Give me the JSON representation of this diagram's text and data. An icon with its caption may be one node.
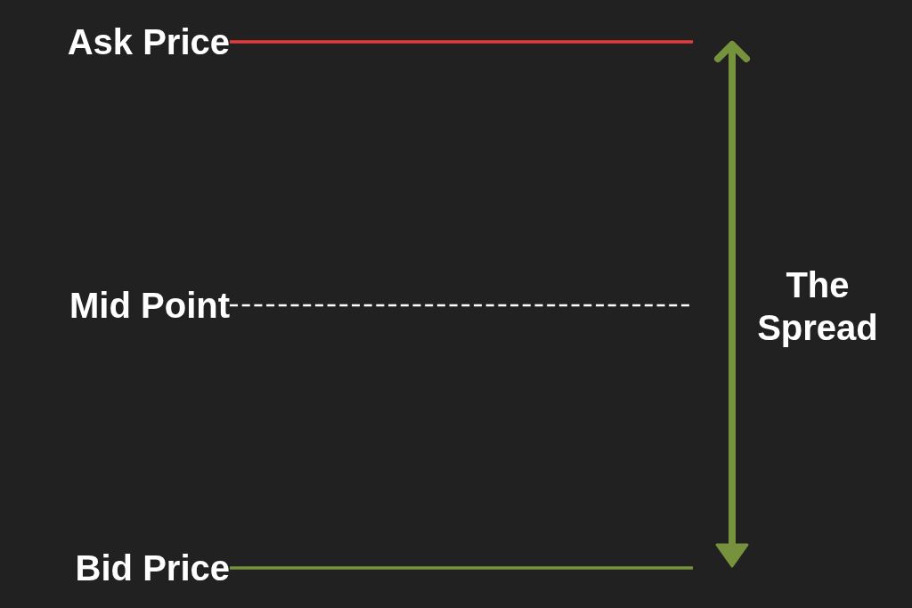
{
  "diagram": {
    "nodes": [
      {
        "text": [
          "Ask Price"
        ]
      },
      {
        "text": [
          "Mid Point"
        ]
      },
      {
        "text": [
          "Bid Price"
        ]
      }
    ],
    "edges": [
      {
        "from": 0,
        "to": null,
        "arrow": "none",
        "color": "#e83a3a"
      },
      {
        "from": 1,
        "to": null,
        "arrow": "none",
        "style": "dashed",
        "color": "#ffffff"
      },
      {
        "from": 2,
        "to": null,
        "arrow": "none",
        "color": "#76923c"
      }
    ],
    "labels": [
      "The Spread"
    ]
  }
}
